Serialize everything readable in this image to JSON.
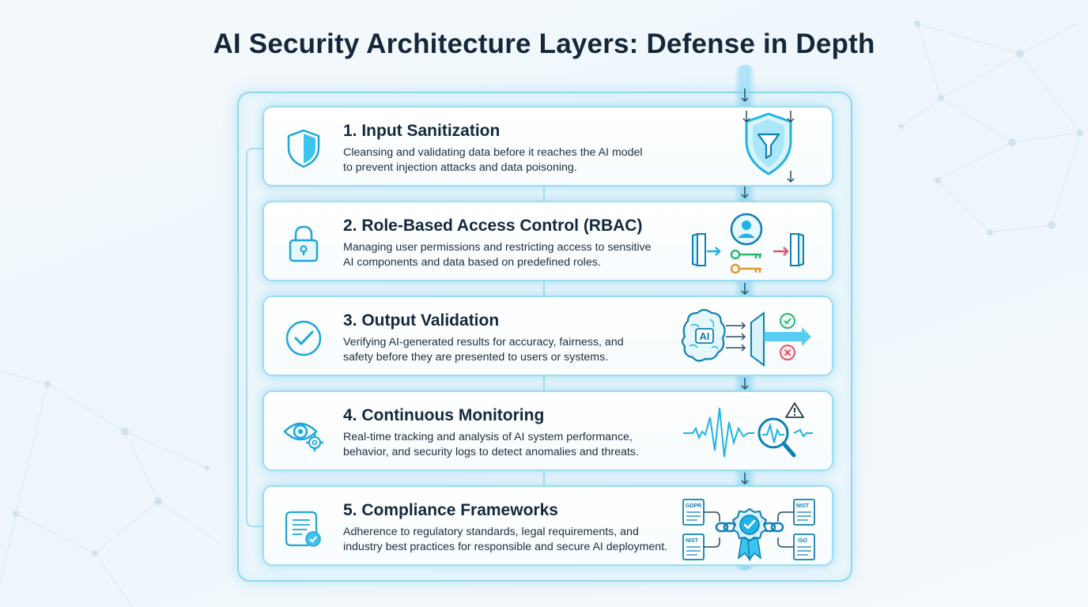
{
  "title": "AI Security Architecture Layers: Defense in Depth",
  "layers": [
    {
      "heading": "1. Input Sanitization",
      "desc": [
        "Cleansing and validating data before it reaches the AI model",
        "to prevent injection attacks and data poisoning."
      ],
      "icon": "shield-icon",
      "illustration": "shield-filter-icon"
    },
    {
      "heading": "2. Role-Based Access Control (RBAC)",
      "desc": [
        "Managing user permissions and restricting access to sensitive",
        "AI components and data based on predefined roles."
      ],
      "icon": "padlock-icon",
      "illustration": "user-keys-doors-icon"
    },
    {
      "heading": "3. Output Validation",
      "desc": [
        "Verifying AI-generated results for accuracy, fairness, and",
        "safety before they are presented to users or systems."
      ],
      "icon": "checkmark-circle-icon",
      "illustration": "ai-brain-gate-icon",
      "illustration_text": "AI"
    },
    {
      "heading": "4. Continuous Monitoring",
      "desc": [
        "Real-time tracking and analysis of AI system performance,",
        "behavior, and security logs to detect anomalies and threats."
      ],
      "icon": "eye-gear-icon",
      "illustration": "waveform-magnifier-icon"
    },
    {
      "heading": "5. Compliance Frameworks",
      "desc": [
        "Adherence to regulatory standards, legal requirements, and",
        "industry best practices for responsible and secure AI deployment."
      ],
      "icon": "document-check-icon",
      "illustration": "compliance-badge-icon",
      "doc_labels": [
        "GDPR",
        "NIST",
        "NIST",
        "ISO"
      ]
    }
  ],
  "colors": {
    "accent": "#1fb3e6",
    "accent_dark": "#0e7fb5",
    "border": "#9adcf2",
    "title": "#15283a",
    "check_ok": "#2bb673",
    "reject": "#e0556a",
    "key_green": "#2bb673",
    "key_orange": "#e39a2d"
  }
}
